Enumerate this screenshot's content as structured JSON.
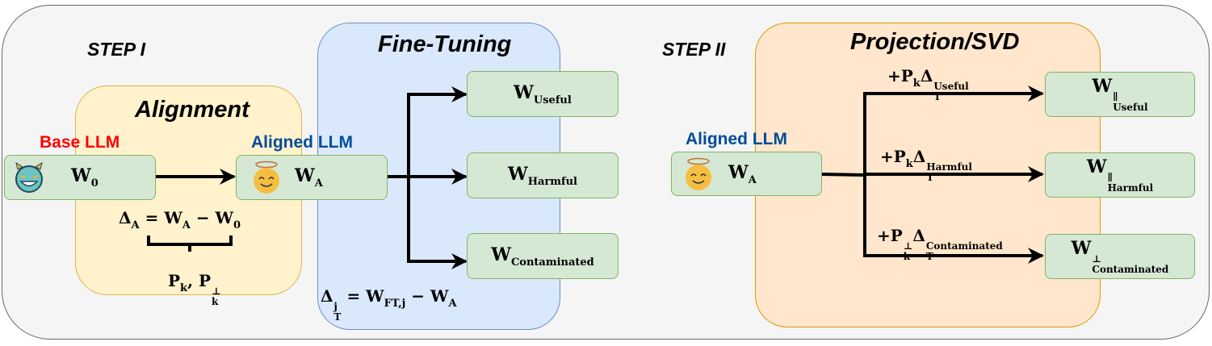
{
  "step1": {
    "title": "STEP I",
    "alignment": {
      "title": "Alignment",
      "base_label": "Base LLM",
      "base_node": {
        "symbol": "W",
        "sub": "0",
        "icon": "devil-face-icon"
      },
      "delta_eq": {
        "lhs": "Δ",
        "lhs_sub": "A",
        "rhs": "= W",
        "rhs_sub": "A",
        "minus": " − W",
        "minus_sub": "0"
      },
      "projectors": {
        "p": "P",
        "p_sub": "k",
        "sep": ", P",
        "p2_sub": "k",
        "p2_sup": "⊥"
      }
    },
    "aligned_label": "Aligned LLM",
    "aligned_node": {
      "symbol": "W",
      "sub": "A",
      "icon": "angel-face-icon"
    },
    "fine_tuning": {
      "title": "Fine-Tuning",
      "outputs": [
        {
          "symbol": "W",
          "sub": "Useful"
        },
        {
          "symbol": "W",
          "sub": "Harmful"
        },
        {
          "symbol": "W",
          "sub": "Contaminated"
        }
      ],
      "delta_eq": {
        "lhs": "Δ",
        "lhs_sup": "j",
        "lhs_sub": "T",
        "rhs": "= W",
        "rhs_sub": "FT,j",
        "minus": " − W",
        "minus_sub": "A"
      }
    }
  },
  "step2": {
    "title": "STEP II",
    "aligned_label": "Aligned LLM",
    "aligned_node": {
      "symbol": "W",
      "sub": "A",
      "icon": "angel-face-icon"
    },
    "projection": {
      "title": "Projection/SVD",
      "branches": [
        {
          "op": "+P",
          "p_sub": "k",
          "p_sup": "",
          "delta": "Δ",
          "d_sub": "T",
          "d_sup": "Useful",
          "out_symbol": "W",
          "out_sup": "∥",
          "out_sub": "Useful"
        },
        {
          "op": "+P",
          "p_sub": "k",
          "p_sup": "",
          "delta": "Δ",
          "d_sub": "T",
          "d_sup": "Harmful",
          "out_symbol": "W",
          "out_sup": "∥",
          "out_sub": "Harmful"
        },
        {
          "op": "+P",
          "p_sub": "k",
          "p_sup": "⊥",
          "delta": "Δ",
          "d_sub": "T",
          "d_sup": "Contaminated",
          "out_symbol": "W",
          "out_sup": "⊥",
          "out_sub": "Contaminated"
        }
      ]
    }
  },
  "colors": {
    "base_label": "#ff0000",
    "aligned_label": "#004c99",
    "node_fill": "#d5e8d4",
    "node_border": "#82b366"
  }
}
